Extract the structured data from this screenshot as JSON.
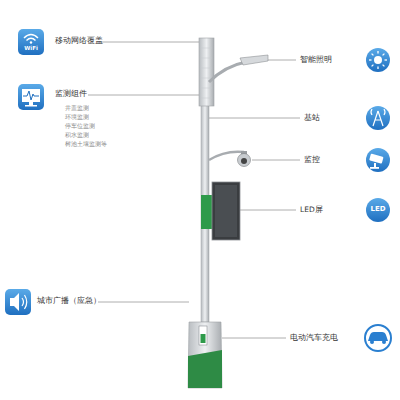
{
  "diagram": {
    "labels": [
      "WiFi",
      "移动网络覆盖",
      "监测组件",
      "井盖监测",
      "环境监测",
      "停车位监测",
      "积水监测",
      "树池土壤监测等",
      "城市广播（应急）",
      "智能照明",
      "基站",
      "监控",
      "LED屏",
      "LED",
      "电动汽车充电"
    ]
  }
}
